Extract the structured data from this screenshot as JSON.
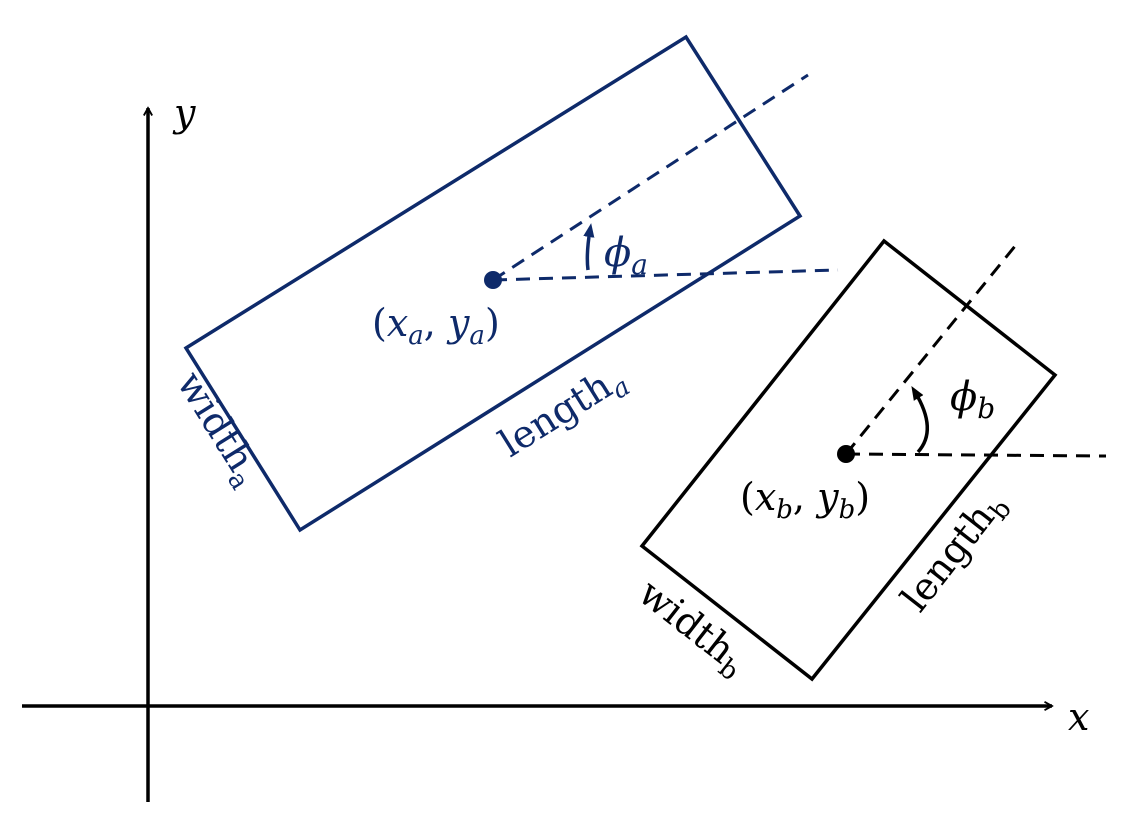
{
  "colors": {
    "rect_a": "#0e2a6a",
    "rect_b": "#000000",
    "axes": "#000000",
    "background": "#ffffff"
  },
  "axes": {
    "x_label": "x",
    "y_label": "y"
  },
  "rect_a": {
    "center_label": {
      "open": "(",
      "x": "x",
      "x_sub": "a",
      "sep": ", ",
      "y": "y",
      "y_sub": "a",
      "close": ")"
    },
    "angle_label": {
      "symbol": "ϕ",
      "sub": "a"
    },
    "length_label": {
      "text": "length",
      "sub": "a"
    },
    "width_label": {
      "text": "width",
      "sub": "a"
    }
  },
  "rect_b": {
    "center_label": {
      "open": "(",
      "x": "x",
      "x_sub": "b",
      "sep": ", ",
      "y": "y",
      "y_sub": "b",
      "close": ")"
    },
    "angle_label": {
      "symbol": "ϕ",
      "sub": "b"
    },
    "length_label": {
      "text": "length",
      "sub": "b"
    },
    "width_label": {
      "text": "width",
      "sub": "b"
    }
  }
}
